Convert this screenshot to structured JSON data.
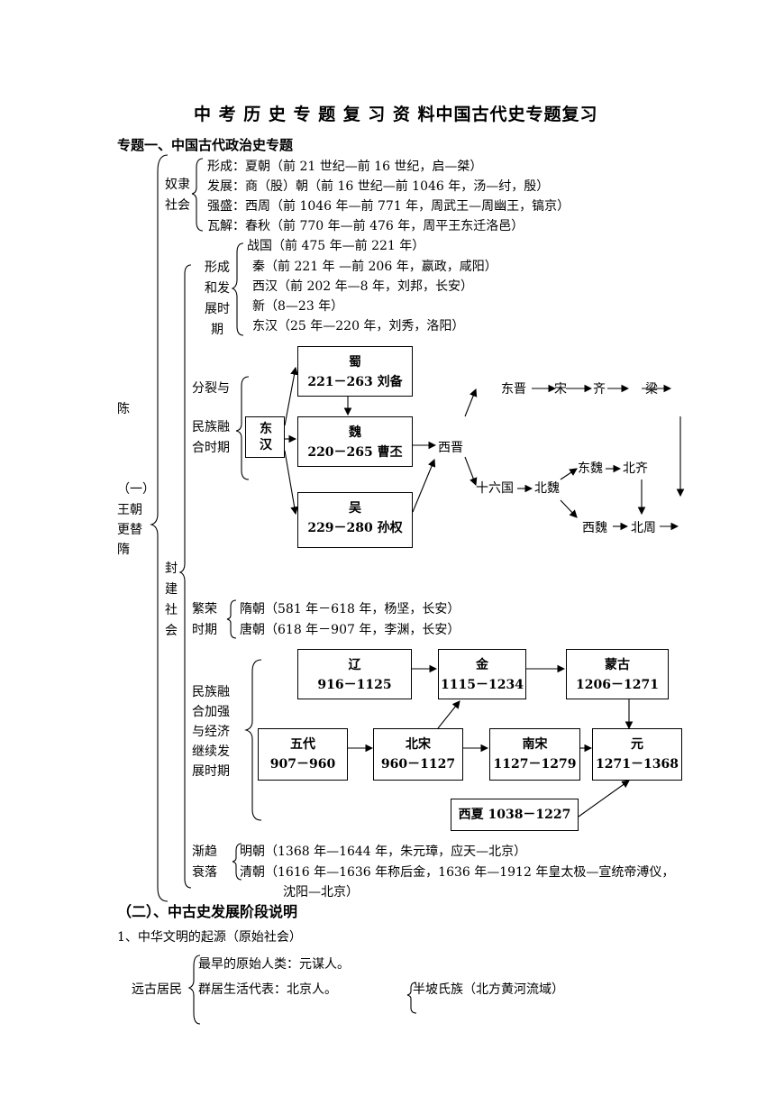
{
  "title": "中 考 历 史 专 题 复 习 资 料中国古代史专题复习",
  "topic1": "专题一、中国古代政治史专题",
  "side": {
    "chen": "陈",
    "chunk1": "（一）",
    "chunk2": "王朝",
    "chunk3": "更替",
    "chunk4": "隋"
  },
  "slave": {
    "label": "奴隶社会",
    "rows": [
      "形成：夏朝（前 21 世纪—前 16 世纪，启—桀）",
      "发展：商（股）朝（前 16 世纪—前 1046 年，汤—纣，殷）",
      "强盛：西周（前 1046 年—前 771 年，周武王—周幽王，镐京）",
      "瓦解：春秋（前 770 年—前 476 年，周平王东迁洛邑）"
    ]
  },
  "feudal": {
    "label": "封建社会",
    "formation": {
      "label": "形成和发展时期",
      "rows": [
        "战国（前 475 年—前 221 年）",
        "秦（前 221 年 —前 206 年，嬴政，咸阳）",
        "西汉（前 202 年—8 年，刘邦，长安）",
        "新（8—23 年）",
        "东汉（25 年—220 年，刘秀，洛阳）"
      ]
    },
    "split": {
      "label1": "分裂与",
      "label2": "民族融",
      "label3": "合时期",
      "donghan": "东汉",
      "shu_name": "蜀",
      "shu_years": "221－263 刘备",
      "wei_name": "魏",
      "wei_years": "220－265 曹丕",
      "wu_name": "吴",
      "wu_years": "229－280 孙权",
      "xijin": "西晋",
      "dongjin": "东晋",
      "song": "宋",
      "qi": "齐",
      "liang": "梁",
      "shiliuguo": "十六国",
      "beiwei": "北魏",
      "dongwei": "东魏",
      "beiqi": "北齐",
      "xiwei": "西魏",
      "beizhou": "北周"
    },
    "prosper": {
      "label1": "繁荣",
      "label2": "时期",
      "rows": [
        "隋朝（581 年－618 年，杨坚，长安）",
        "唐朝（618 年－907 年，李渊，长安）"
      ]
    },
    "fusion": {
      "label1": "民族融",
      "label2": "合加强",
      "label3": "与经济",
      "label4": "继续发",
      "label5": "展时期",
      "liao_name": "辽",
      "liao_years": "916－1125",
      "jin_name": "金",
      "jin_years": "1115－1234",
      "mongol_name": "蒙古",
      "mongol_years": "1206－1271",
      "wudai_name": "五代",
      "wudai_years": "907－960",
      "beisong_name": "北宋",
      "beisong_years": "960－1127",
      "nansong_name": "南宋",
      "nansong_years": "1127－1279",
      "yuan_name": "元",
      "yuan_years": "1271－1368",
      "xixia": "西夏  1038－1227"
    },
    "decline": {
      "label1": "渐趋",
      "label2": "衰落",
      "rows": [
        "明朝（1368 年—1644 年，朱元璋，应天—北京）",
        "清朝（1616 年—1636 年称后金，1636 年—1912 年皇太极—宣统帝溥仪，",
        "沈阳—北京）"
      ]
    }
  },
  "topic2": "（二）、中古史发展阶段说明",
  "section1": "1、中华文明的起源（原始社会）",
  "ancient": {
    "label": "远古居民",
    "rows": [
      "最早的原始人类：元谋人。",
      "群居生活代表：北京人。"
    ],
    "banpo": "半坡氏族（北方黄河流域）"
  }
}
